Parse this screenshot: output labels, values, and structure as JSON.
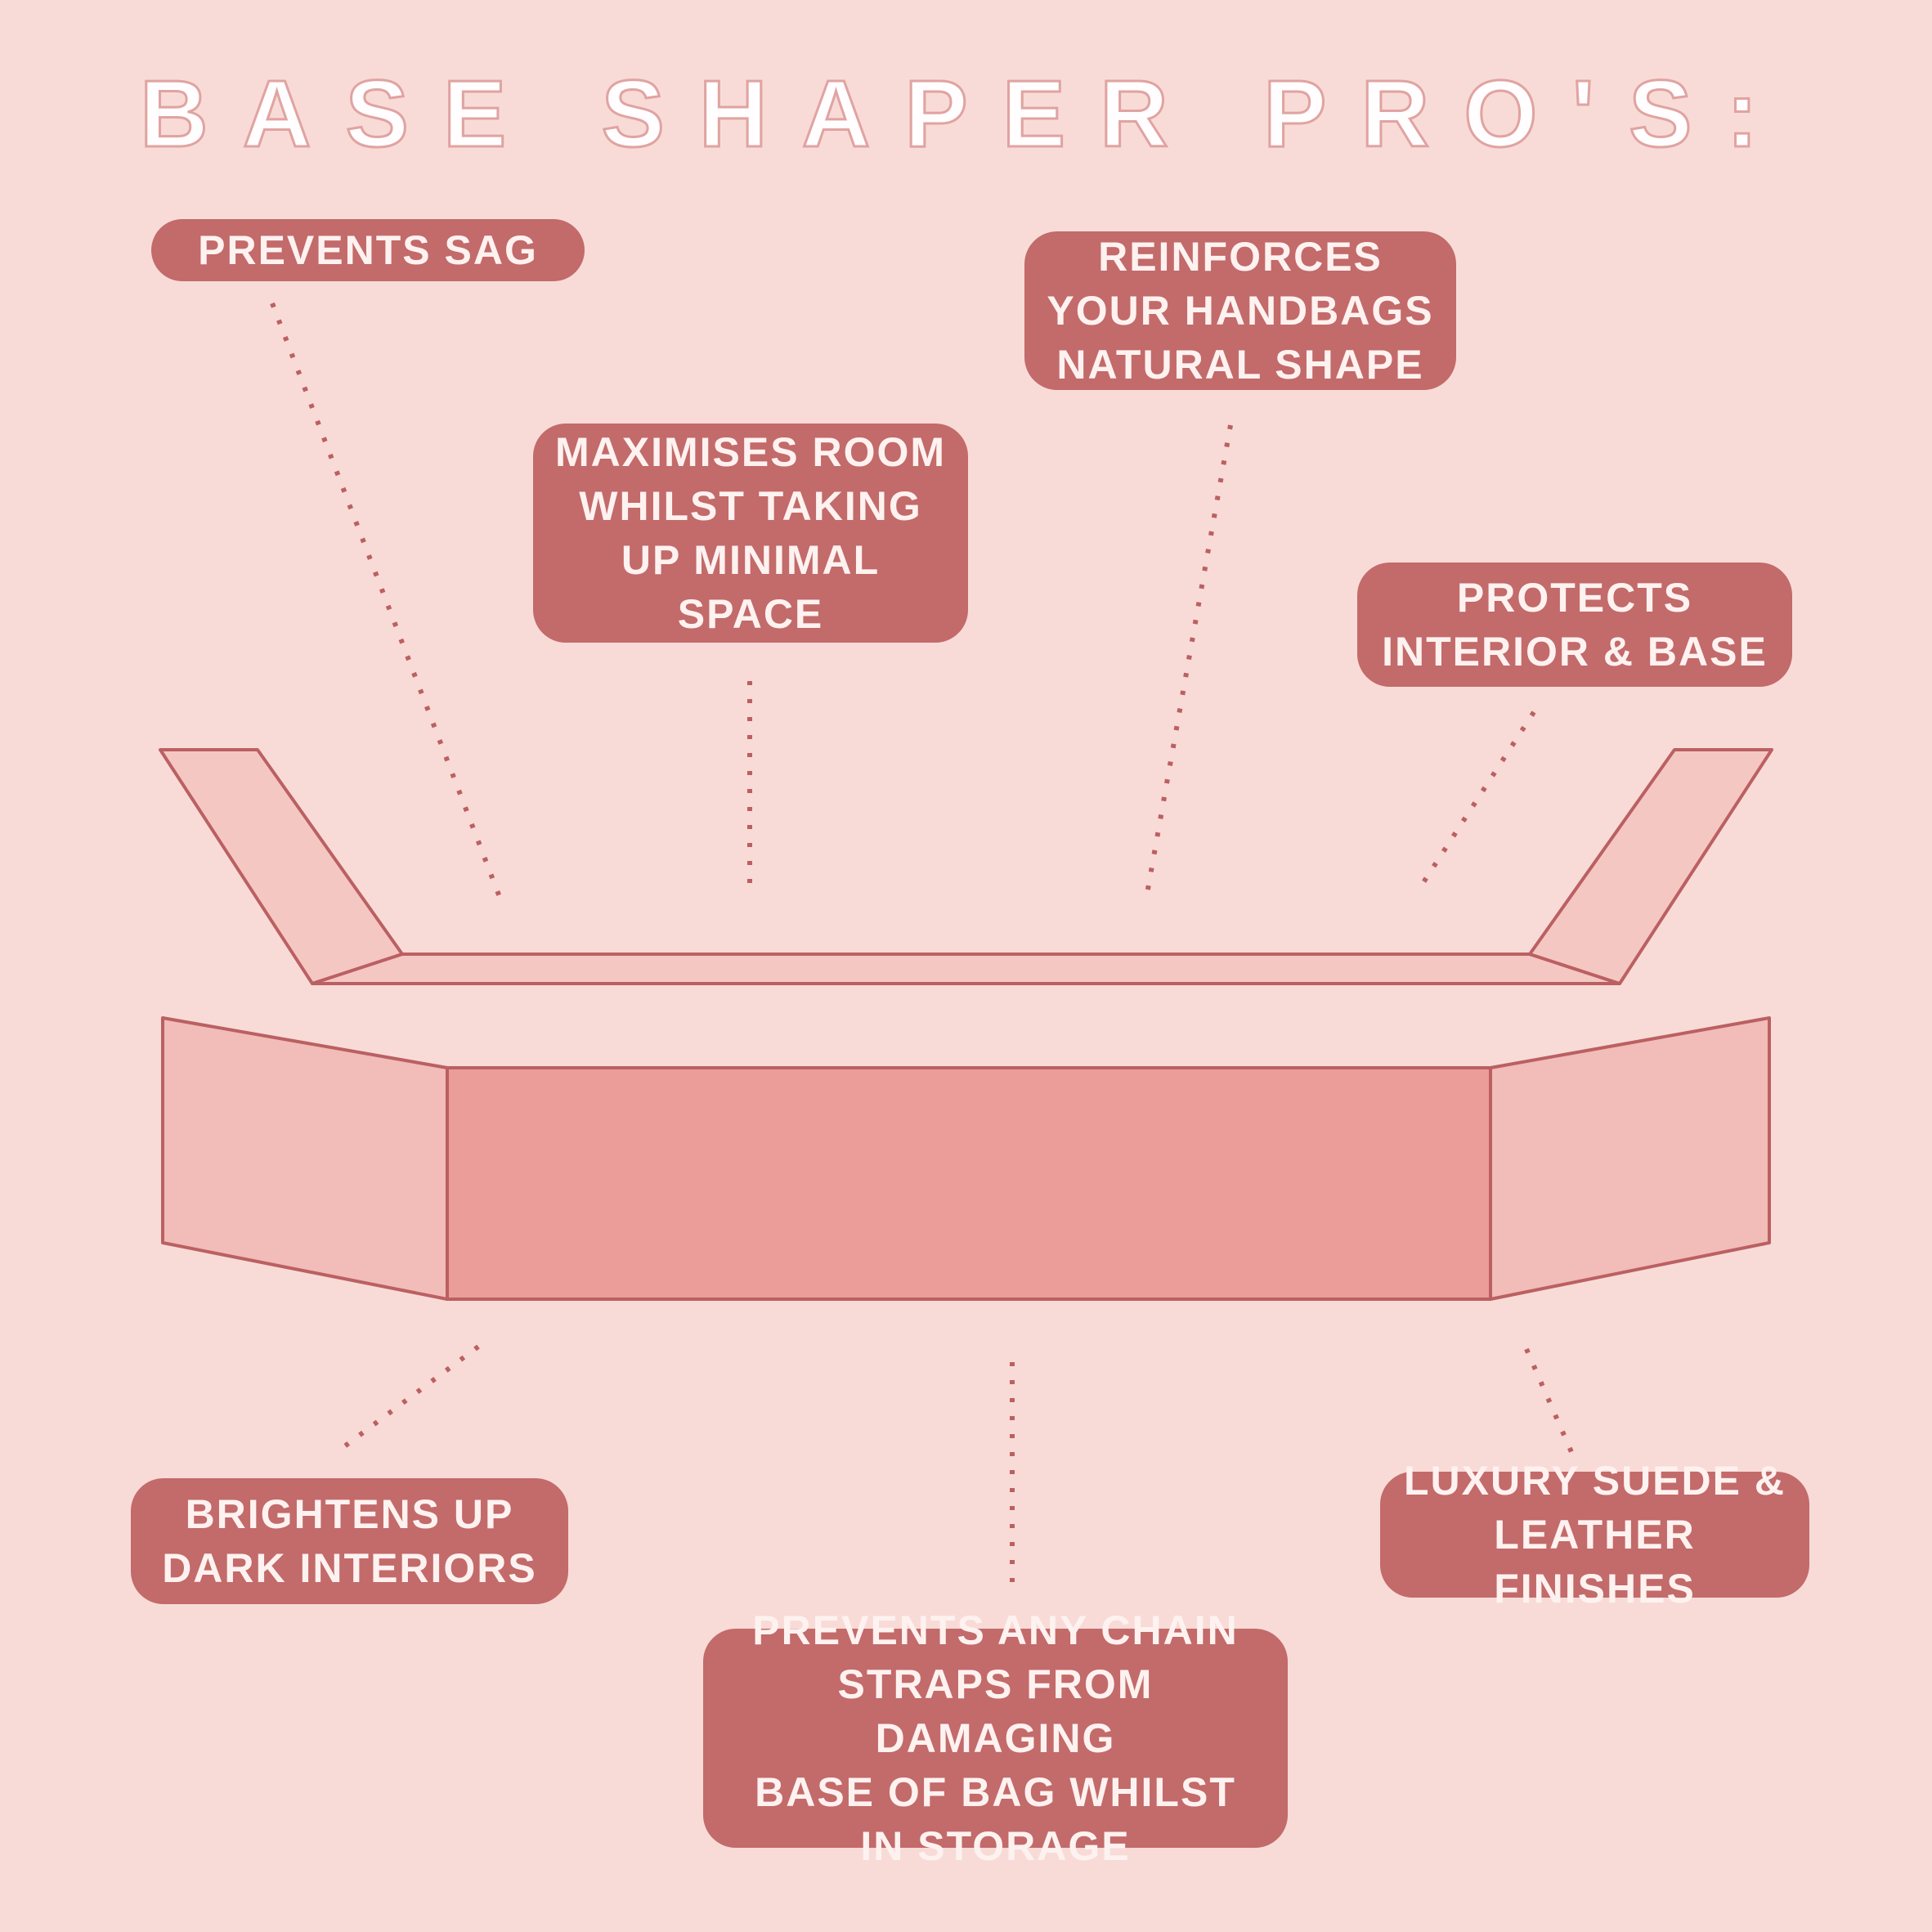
{
  "title": "BASE SHAPER PRO'S:",
  "labels": {
    "prevents_sag": "PREVENTS SAG",
    "reinforces": "REINFORCES\nYOUR HANDBAGS\nNATURAL SHAPE",
    "maximises": "MAXIMISES ROOM\nWHILST TAKING\nUP MINIMAL\nSPACE",
    "protects": "PROTECTS\nINTERIOR & BASE",
    "brightens": "BRIGHTENS UP\nDARK INTERIORS",
    "luxury": "LUXURY SUEDE &\nLEATHER FINISHES",
    "chain": "PREVENTS ANY CHAIN\nSTRAPS FROM DAMAGING\nBASE OF BAG WHILST\nIN STORAGE"
  },
  "colors": {
    "background": "#f8dbd7",
    "badge": "#c36a6a",
    "badge_text": "#fdf2f0",
    "outline": "#bb6062",
    "title_outline": "#e0a3a1",
    "shape_light": "#f5c7c3",
    "shape_side": "#f2bcb8",
    "shape_dark": "#eb9d99"
  }
}
